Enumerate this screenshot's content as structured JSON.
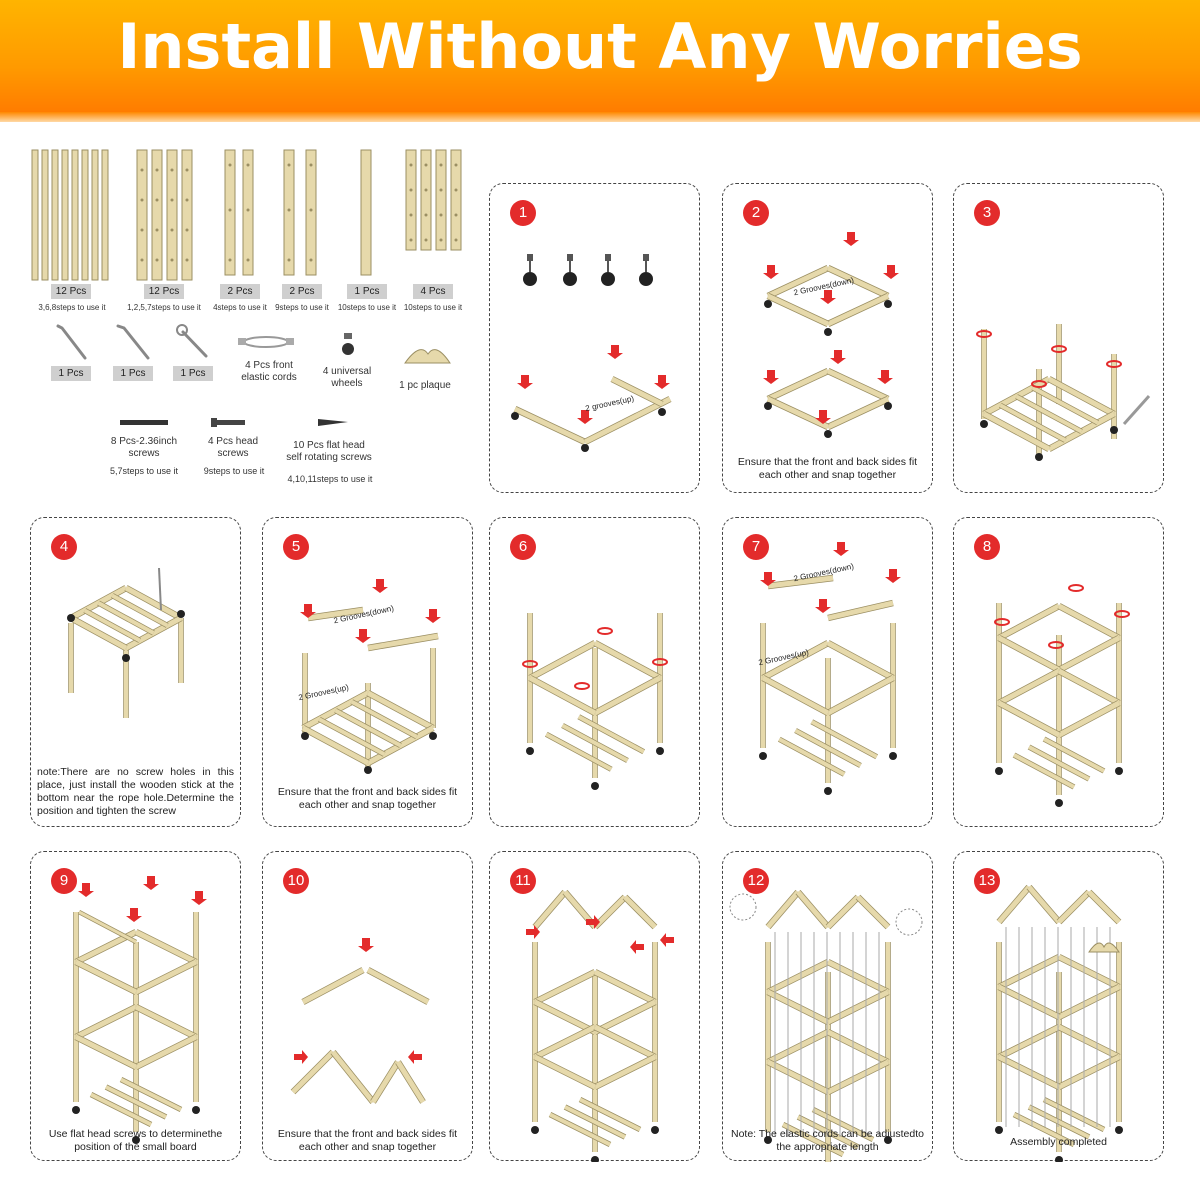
{
  "title": "Install Without Any Worries",
  "parts": {
    "boards": [
      {
        "qty": "12 Pcs",
        "steps": "3,6,8steps to use it"
      },
      {
        "qty": "12 Pcs",
        "steps": "1,2,5,7steps to use it"
      },
      {
        "qty": "2 Pcs",
        "steps": "4steps to use it"
      },
      {
        "qty": "2 Pcs",
        "steps": "9steps to use it"
      },
      {
        "qty": "1 Pcs",
        "steps": "10steps to use it"
      },
      {
        "qty": "4 Pcs",
        "steps": "10steps to use it"
      }
    ],
    "tools": [
      {
        "qty": "1 Pcs"
      },
      {
        "qty": "1 Pcs"
      },
      {
        "qty": "1 Pcs"
      }
    ],
    "cords": "4 Pcs front elastic cords",
    "wheels": "4 universal wheels",
    "plaque": "1 pc plaque",
    "screws": [
      {
        "name": "8 Pcs-2.36inch screws",
        "steps": "5,7steps to use it"
      },
      {
        "name": "4 Pcs head screws",
        "steps": "9steps to use it"
      },
      {
        "name": "10 Pcs flat head self rotating screws",
        "steps": "4,10,11steps to use it"
      }
    ]
  },
  "steps": [
    {
      "n": "1",
      "text": "",
      "labels": [
        "2 grooves(up)"
      ]
    },
    {
      "n": "2",
      "text": "Ensure that the front and back sides fit each other and snap together",
      "labels": [
        "2 Grooves(down)"
      ]
    },
    {
      "n": "3",
      "text": "",
      "labels": []
    },
    {
      "n": "4",
      "text": "note:There are no screw holes in this place, just install the wooden stick at the bottom near the rope hole.Determine the position and tighten the screw",
      "labels": []
    },
    {
      "n": "5",
      "text": "Ensure that the front and back sides fit each other and snap together",
      "labels": [
        "2 Grooves(down)",
        "2 Grooves(up)"
      ]
    },
    {
      "n": "6",
      "text": "",
      "labels": []
    },
    {
      "n": "7",
      "text": "",
      "labels": [
        "2 Grooves(down)",
        "2 Grooves(up)"
      ]
    },
    {
      "n": "8",
      "text": "",
      "labels": []
    },
    {
      "n": "9",
      "text": "Use flat head screws to determinethe position of the small board",
      "labels": []
    },
    {
      "n": "10",
      "text": "Ensure that the front and back sides fit each other and snap together",
      "labels": []
    },
    {
      "n": "11",
      "text": "",
      "labels": []
    },
    {
      "n": "12",
      "text": "Note: The elastic cords can be adjustedto the appropriate length",
      "labels": []
    },
    {
      "n": "13",
      "text": "Assembly completed",
      "labels": []
    }
  ],
  "colors": {
    "banner": "#ff9a00",
    "wood": "#e6d9ab",
    "woodStroke": "#9b8f63",
    "arrow": "#e32b2b",
    "badge": "#e32b2b"
  }
}
